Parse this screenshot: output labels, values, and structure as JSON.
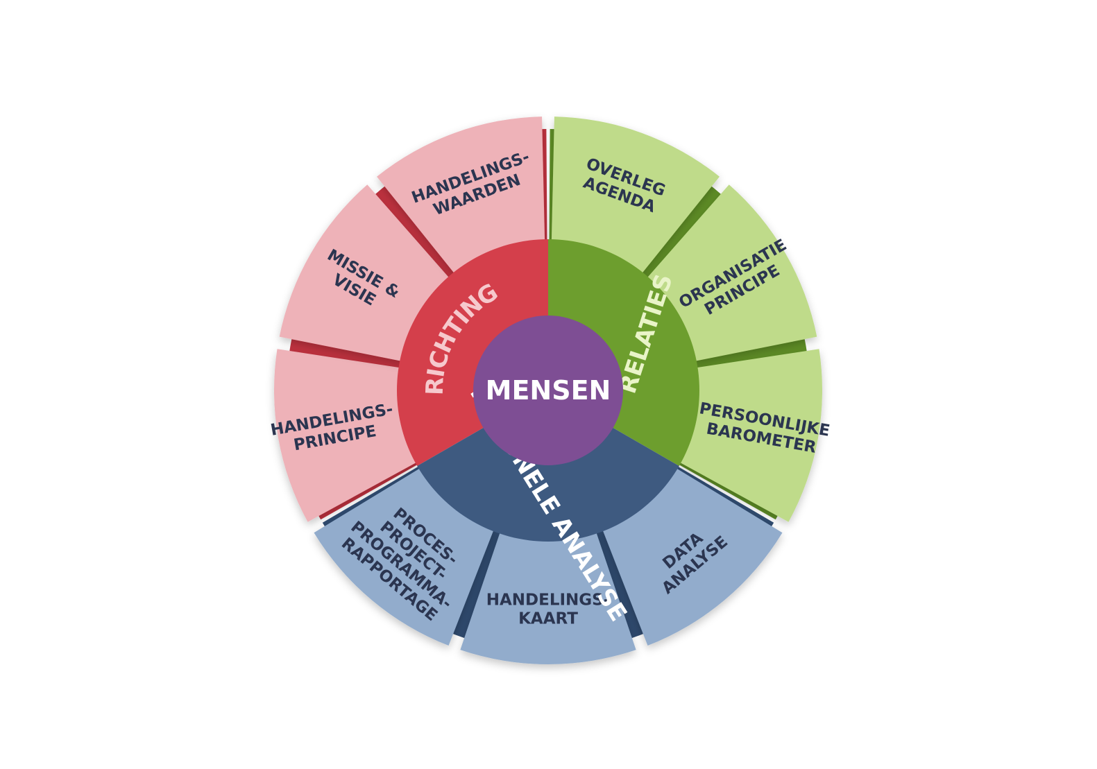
{
  "center": {
    "label": "MENSEN",
    "color": "#7e4e94"
  },
  "sections": [
    {
      "key": "richting",
      "label": "RICHTING",
      "ring_color": "#d43f4b",
      "shade_color": "#c0323f",
      "outer_color": "#eeb2b8",
      "label_color": "#f6c9cd",
      "segments": [
        {
          "key": "handelingsprincipe",
          "lines": [
            "HANDELINGS-",
            "PRINCIPE"
          ]
        },
        {
          "key": "missie-visie",
          "lines": [
            "MISSIE &",
            "VISIE"
          ]
        },
        {
          "key": "handelingswaarden",
          "lines": [
            "HANDELINGS-",
            "WAARDEN"
          ]
        }
      ]
    },
    {
      "key": "relaties",
      "label": "RELATIES",
      "ring_color": "#6d9e2e",
      "shade_color": "#5f8e26",
      "outer_color": "#bfdb8a",
      "label_color": "#e9f4c8",
      "segments": [
        {
          "key": "overleg-agenda",
          "lines": [
            "OVERLEG",
            "AGENDA"
          ]
        },
        {
          "key": "organisatie-principe",
          "lines": [
            "ORGANISATIE",
            "PRINCIPE"
          ]
        },
        {
          "key": "persoonlijke-barometer",
          "lines": [
            "PERSOONLIJKE",
            "BAROMETER"
          ]
        }
      ]
    },
    {
      "key": "rationele-analyse",
      "label": "RATIONELE ANALYSE",
      "ring_color": "#3e5a80",
      "shade_color": "#2f4a6e",
      "outer_color": "#92accc",
      "label_color": "#ffffff",
      "segments": [
        {
          "key": "data-analyse",
          "lines": [
            "DATA",
            "ANALYSE"
          ]
        },
        {
          "key": "handelingskaart",
          "lines": [
            "HANDELINGS-",
            "KAART"
          ]
        },
        {
          "key": "proces-rapportage",
          "lines": [
            "PROCES-",
            "PROJECT-",
            "PROGRAMMA-",
            "RAPPORTAGE"
          ]
        }
      ]
    }
  ]
}
